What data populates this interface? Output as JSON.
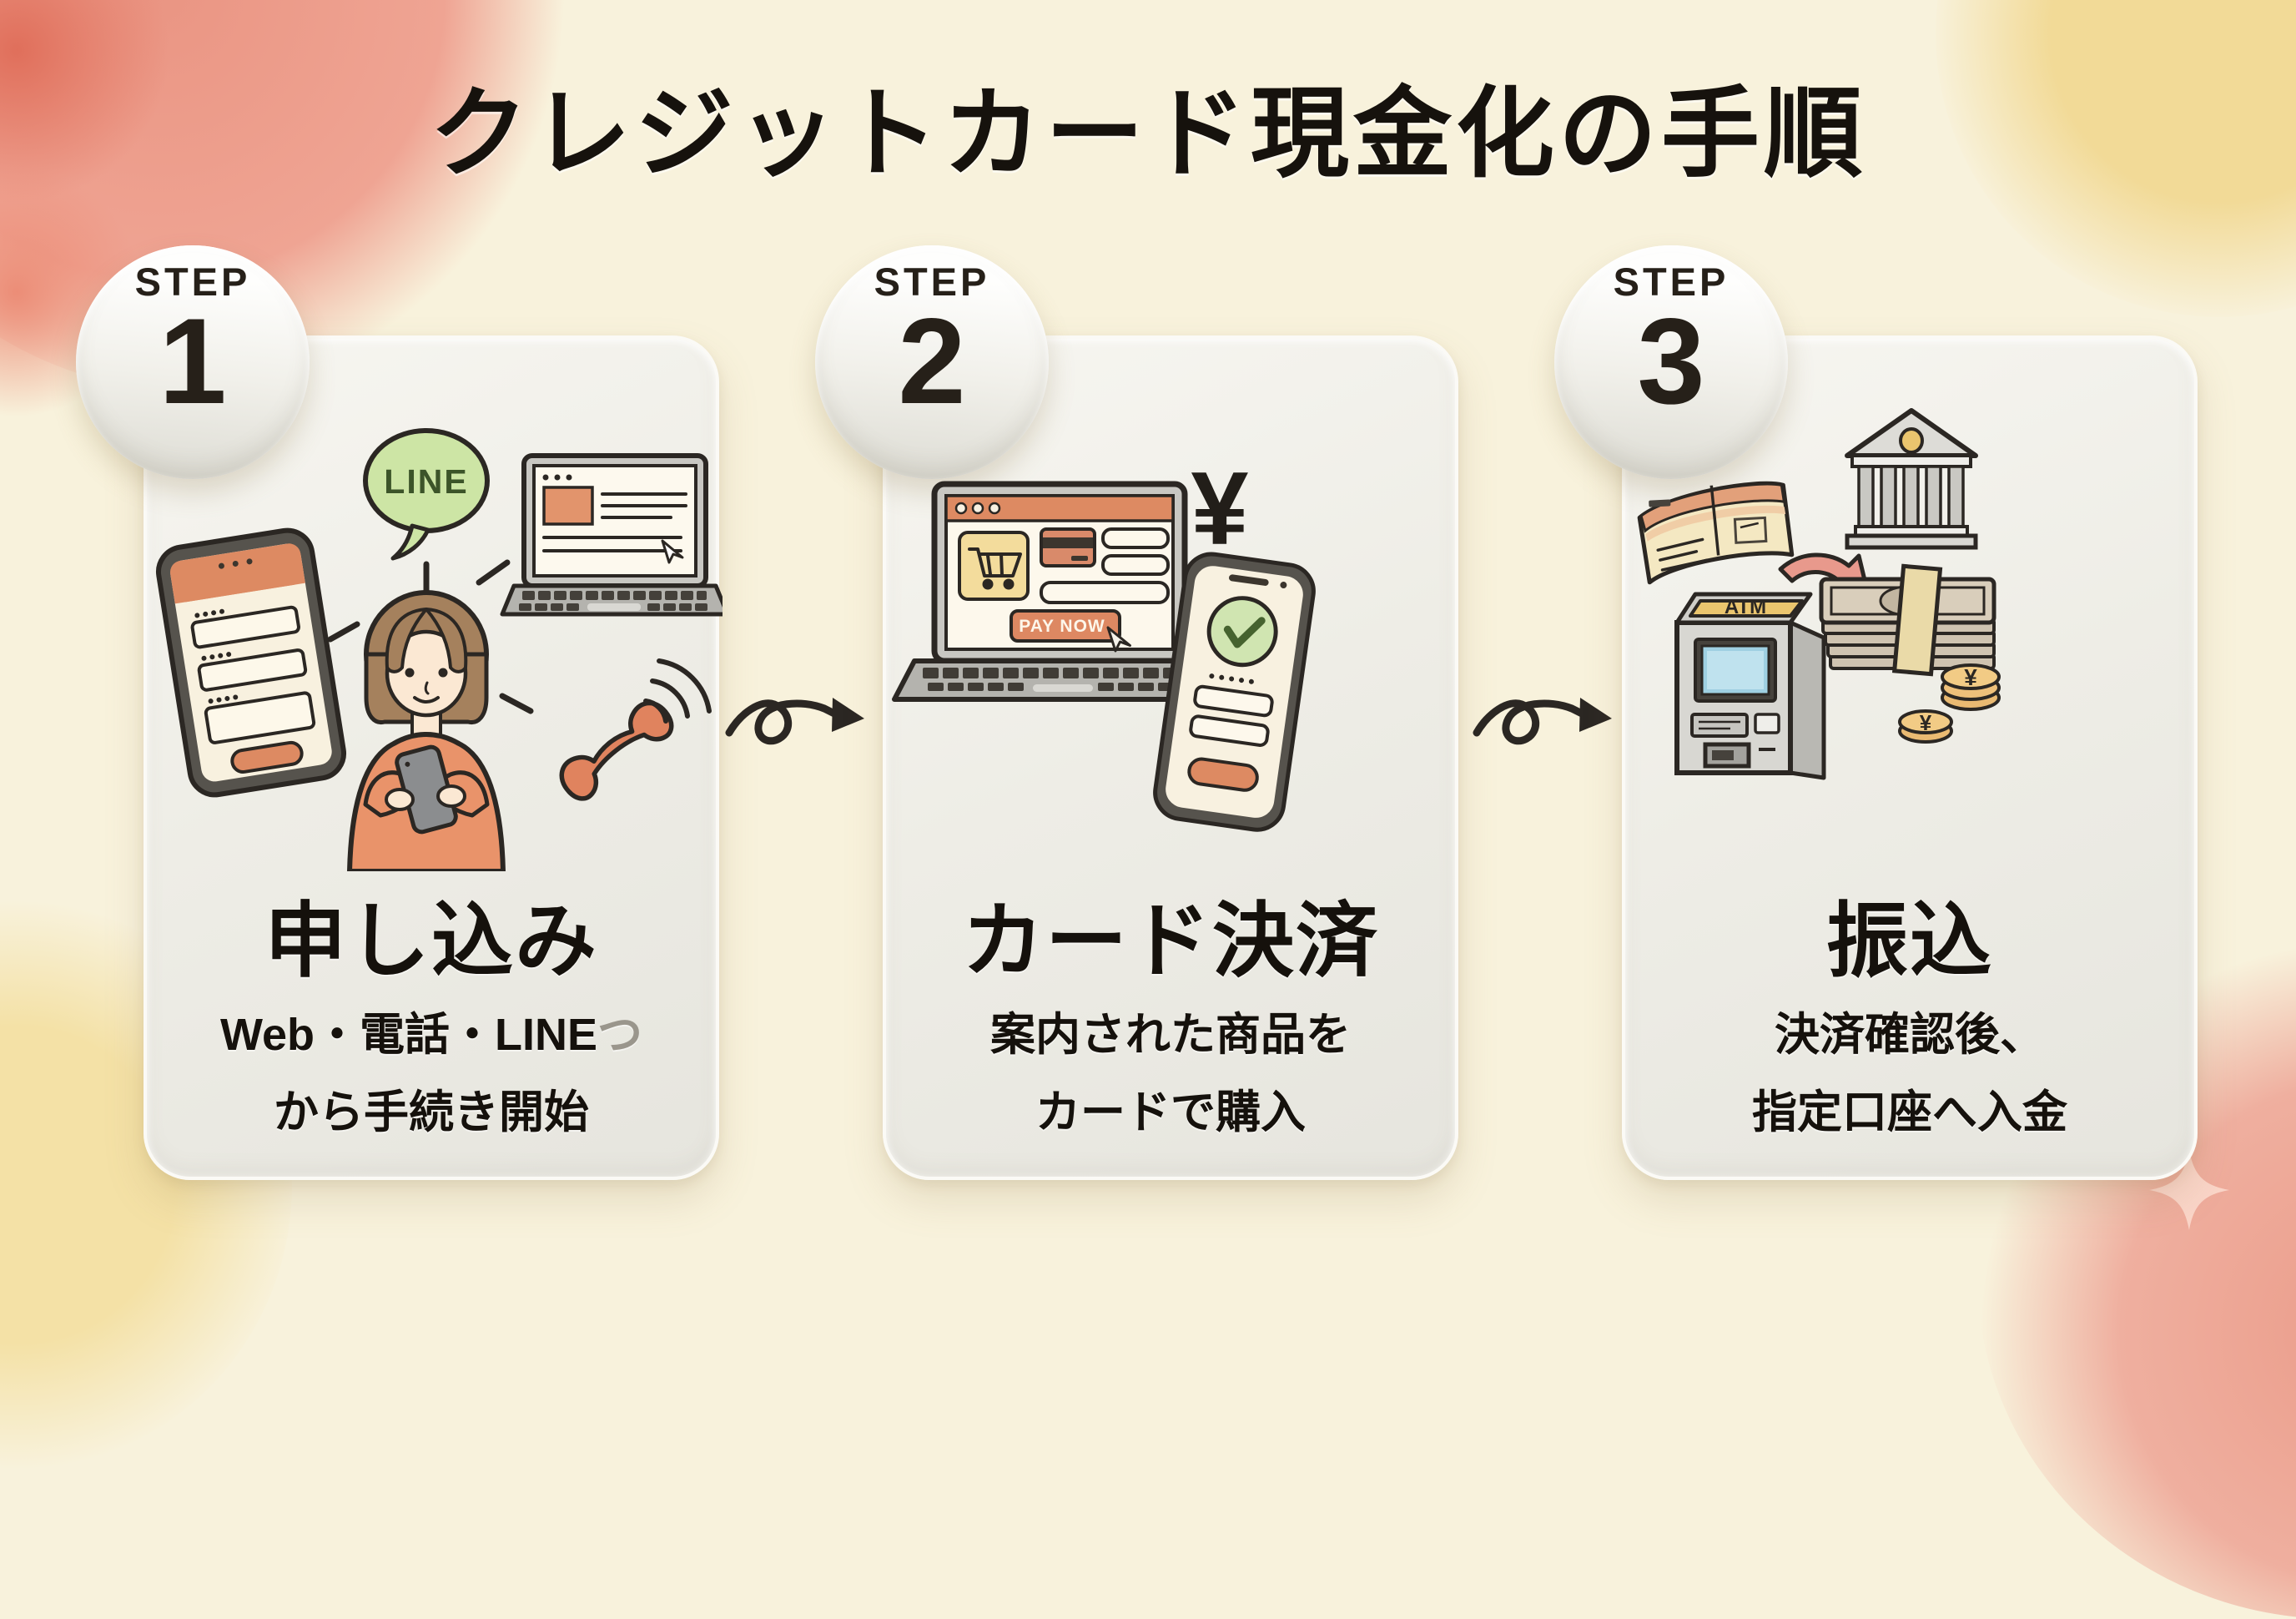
{
  "title": "クレジットカード現金化の手順",
  "steps": [
    {
      "badge_label": "STEP",
      "number": "1",
      "heading": "申し込み",
      "desc_line1": "Web・電話・LINE",
      "desc_line1_suffix": "つ",
      "desc_line2": "から手続き開始"
    },
    {
      "badge_label": "STEP",
      "number": "2",
      "heading": "カード決済",
      "desc_line1": "案内された商品を",
      "desc_line2": "カードで購入"
    },
    {
      "badge_label": "STEP",
      "number": "3",
      "heading": "振込",
      "desc_line1": "決済確認後、",
      "desc_line2": "指定口座へ入金"
    }
  ],
  "labels": {
    "line_bubble": "LINE",
    "pay_now": "PAY NOW",
    "atm": "ATM",
    "yen_large": "¥",
    "yen_coin": "¥"
  },
  "colors": {
    "background": "#f8f2dc",
    "card": "#efede6",
    "accent_orange": "#dd8a62",
    "line_green": "#cde5a5",
    "check_green": "#d0e5b1",
    "coin_gold": "#f2cb85",
    "arrow_pink": "#e8998c",
    "blob_pink": "#efa493",
    "blob_yellow": "#f2da97",
    "outline": "#2b2723",
    "text": "#15110c"
  }
}
